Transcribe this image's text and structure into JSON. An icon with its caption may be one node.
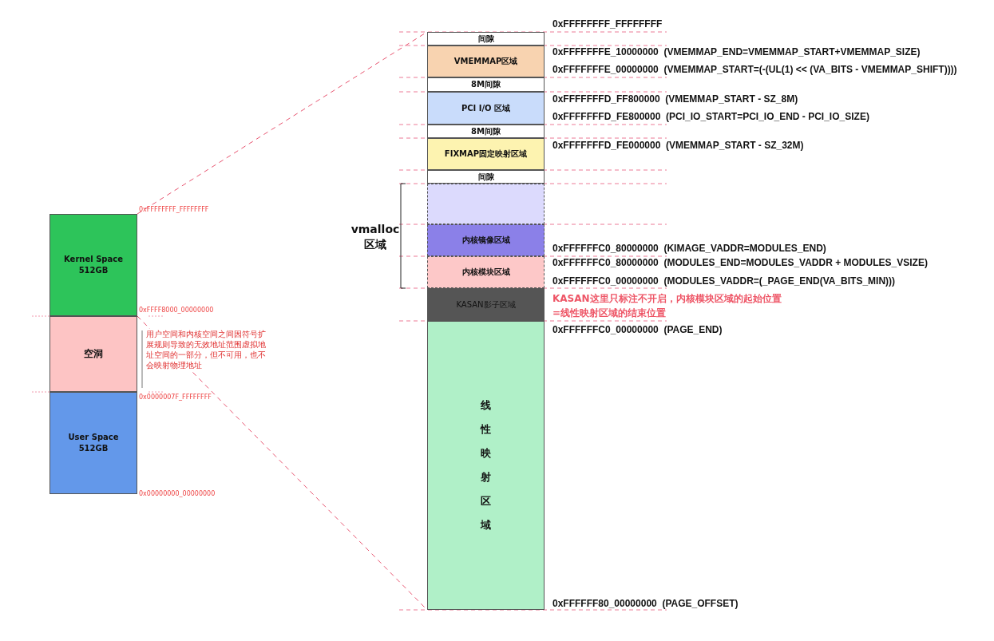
{
  "diagram": {
    "nodes": [
      {
        "text": [
          "Kernel Space 512GB"
        ]
      },
      {
        "text": [
          "空洞"
        ]
      },
      {
        "text": [
          "User Space 512GB"
        ]
      },
      {
        "text": [
          "间隙"
        ]
      },
      {
        "text": [
          "VMEMMAP区域"
        ]
      },
      {
        "text": [
          "8M间隙"
        ]
      },
      {
        "text": [
          "PCI I/O 区域"
        ]
      },
      {
        "text": [
          "8M间隙"
        ]
      },
      {
        "text": [
          "FIXMAP固定映射区域"
        ]
      },
      {
        "text": [
          "间隙"
        ]
      },
      {
        "text": [],
        "shape": "box"
      },
      {
        "text": [
          "内核镜像区域"
        ]
      },
      {
        "text": [
          "内核模块区域"
        ]
      },
      {
        "text": [
          "KASAN影子区域"
        ]
      },
      {
        "text": [
          "线性映射区域"
        ]
      }
    ],
    "edges": [
      {
        "from": 0,
        "to": 3,
        "arrow": "none",
        "style": "dashed"
      },
      {
        "from": 0,
        "to": 14,
        "arrow": "none",
        "style": "dashed"
      }
    ],
    "labels": [
      "0xFFFFFFFF_FFFFFFFF",
      "0xFFFF8000_00000000",
      "用户空间和内核空间之间因符号扩展规则导致的无效地址范围虚拟地址空间的一部分，但不可用，也不会映射物理地址",
      "0x0000007F_FFFFFFFF",
      "0x00000000_00000000",
      "0xFFFFFFFF_FFFFFFFF",
      "0xFFFFFFFE_10000000  (VMEMMAP_END=VMEMMAP_START+VMEMMAP_SIZE)",
      "0xFFFFFFFE_00000000  (VMEMMAP_START=(-(UL(1) << (VA_BITS - VMEMMAP_SHIFT))))",
      "0xFFFFFFFD_FF800000  (VMEMMAP_START - SZ_8M)",
      "0xFFFFFFFD_FE800000  (PCI_IO_START=PCI_IO_END - PCI_IO_SIZE)",
      "0xFFFFFFFD_FE000000  (VMEMMAP_START - SZ_32M)",
      "vmalloc 区域",
      "0xFFFFFFC0_80000000  (KIMAGE_VADDR=MODULES_END)",
      "0xFFFFFFC0_80000000  (MODULES_END=MODULES_VADDR + MODULES_VSIZE)",
      "0xFFFFFFC0_00000000  (MODULES_VADDR=(_PAGE_END(VA_BITS_MIN)))",
      "KASAN这里只标注不开启，内核模块区域的起始位置=线性映射区域的结束位置",
      "0xFFFFFFC0_00000000  (PAGE_END)",
      "0xFFFFFF80_00000000  (PAGE_OFFSET)"
    ]
  }
}
